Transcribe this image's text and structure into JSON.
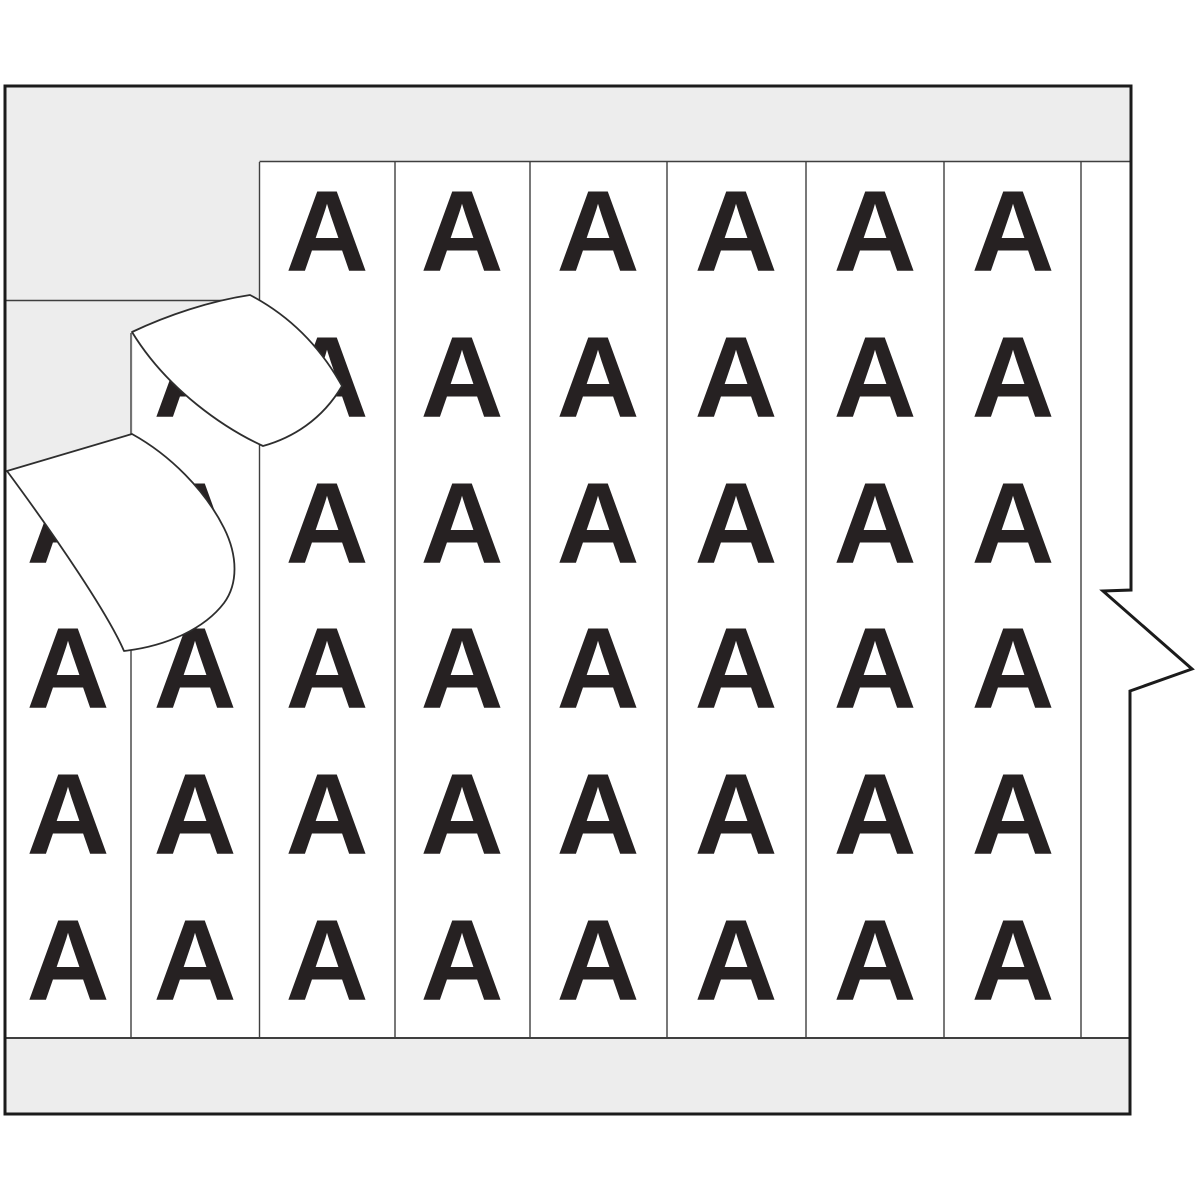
{
  "image": {
    "marker_letter": "A",
    "visible_marker_count": 45,
    "full_columns": 8,
    "rows": 6,
    "peeled_labels": 2
  },
  "colors": {
    "page": "#ffffff",
    "backing": "#ededed",
    "strip": "#ffffff",
    "letter": "#262122",
    "border": "#1b1b1b",
    "separator": "#3f3f3f",
    "label_outline": "#2e2e2e"
  },
  "grid": {
    "column_centers": [
      68,
      195,
      327,
      462,
      598,
      736,
      875,
      1013
    ],
    "row_baselines": [
      271,
      417,
      563,
      708,
      854,
      1000
    ],
    "missing_cells": [
      [
        0,
        0
      ],
      [
        0,
        1
      ],
      [
        1,
        0
      ]
    ]
  }
}
